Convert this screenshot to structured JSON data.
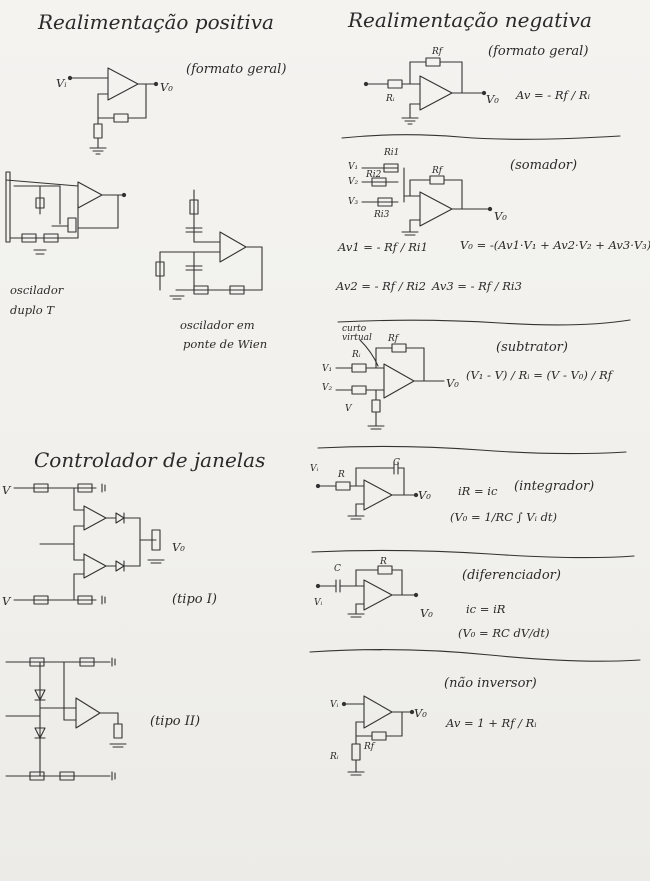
{
  "left": {
    "title_pos": "Realimentação positiva",
    "formato_geral": "(formato geral)",
    "vi": "Vᵢ",
    "vo": "V₀",
    "oscilador_t_1": "oscilador",
    "oscilador_t_2": "duplo T",
    "wien_1": "oscilador em",
    "wien_2": "ponte de Wien",
    "title_jan": "Controlador de janelas",
    "tipo1": "(tipo I)",
    "tipo2": "(tipo II)",
    "v": "V",
    "v0": "V₀"
  },
  "right": {
    "title_neg": "Realimentação negativa",
    "formato_geral": "(formato geral)",
    "rf": "Rf",
    "ri": "Rᵢ",
    "vi": "Vᵢ",
    "vo": "V₀",
    "av_formula": "Av = - Rf / Rᵢ",
    "somador": "(somador)",
    "r1": "Ri1",
    "r2": "Ri2",
    "r3": "Ri3",
    "v1": "V₁",
    "v2": "V₂",
    "v3": "V₃",
    "sum_v0": "V₀ = -(Av1·V₁ + Av2·V₂ + Av3·V₃)",
    "av1": "Av1 = - Rf / Ri1",
    "av2": "Av2 = - Rf / Ri2",
    "av3": "Av3 = - Rf / Ri3",
    "subtrator": "(subtrator)",
    "curto_1": "curto",
    "curto_2": "virtual",
    "sub_eq": "(V₁ - V) / Rᵢ = (V - V₀) / Rf",
    "v": "V",
    "integrador": "(integrador)",
    "int_r": "R",
    "int_c": "C",
    "int_eq1": "iR = ic",
    "int_eq2": "(V₀ = 1/RC ∫ Vᵢ dt)",
    "diferenciador": "(diferenciador)",
    "dif_c": "C",
    "dif_r": "R",
    "dif_eq1": "ic = iR",
    "dif_eq2": "(V₀ = RC dV/dt)",
    "nao_inversor": "(não inversor)",
    "ni_eq": "Av = 1 + Rf / Rᵢ"
  }
}
